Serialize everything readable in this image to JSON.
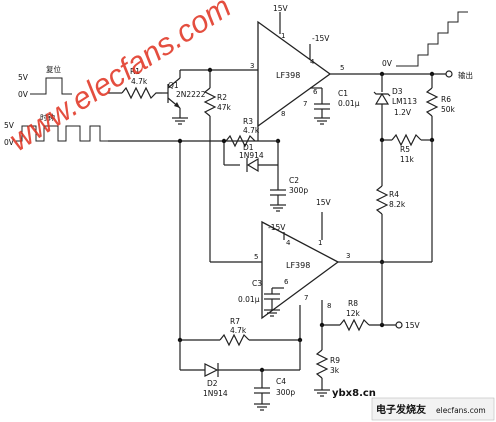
{
  "colors": {
    "wire": "#222222",
    "watermark": "#e0301e",
    "background": "#ffffff"
  },
  "inputs": {
    "reset": {
      "label": "复位",
      "high": "5V",
      "low": "0V"
    },
    "clock": {
      "label": "时钟",
      "high": "5V",
      "low": "0V"
    }
  },
  "output": {
    "label": "输出",
    "rail": "0V"
  },
  "ic1": {
    "name": "LF398",
    "vplus": "15V",
    "vminus": "-15V",
    "pins": [
      "1",
      "3",
      "4",
      "5",
      "6",
      "7",
      "8"
    ]
  },
  "ic2": {
    "name": "LF398",
    "vplus": "15V",
    "vminus": "-15V",
    "pins": [
      "1",
      "3",
      "4",
      "5",
      "6",
      "7",
      "8"
    ]
  },
  "components": {
    "R1": {
      "ref": "R1",
      "value": "4.7k"
    },
    "Q1": {
      "ref": "Q1",
      "value": "2N2222"
    },
    "R2": {
      "ref": "R2",
      "value": "47k"
    },
    "R3": {
      "ref": "R3",
      "value": "4.7k"
    },
    "D1": {
      "ref": "D1",
      "value": "1N914"
    },
    "C1": {
      "ref": "C1",
      "value": "0.01μ"
    },
    "C2": {
      "ref": "C2",
      "value": "300p"
    },
    "D3": {
      "ref": "D3",
      "value": "LM113",
      "value2": "1.2V"
    },
    "R6": {
      "ref": "R6",
      "value": "50k"
    },
    "R5": {
      "ref": "R5",
      "value": "11k"
    },
    "R4": {
      "ref": "R4",
      "value": "8.2k"
    },
    "C3": {
      "ref": "C3",
      "value": "0.01μ"
    },
    "R7": {
      "ref": "R7",
      "value": "4.7k"
    },
    "R8": {
      "ref": "R8",
      "value": "12k"
    },
    "R9": {
      "ref": "R9",
      "value": "3k"
    },
    "D2": {
      "ref": "D2",
      "value": "1N914"
    },
    "C4": {
      "ref": "C4",
      "value": "300p"
    }
  },
  "supply": {
    "r8_rail": "15V"
  },
  "watermarks": {
    "diagonal": "www.elecfans.com",
    "bottom": "ybx8.cn",
    "logo": "电子发烧友",
    "logo_sub": "elecfans.com"
  }
}
